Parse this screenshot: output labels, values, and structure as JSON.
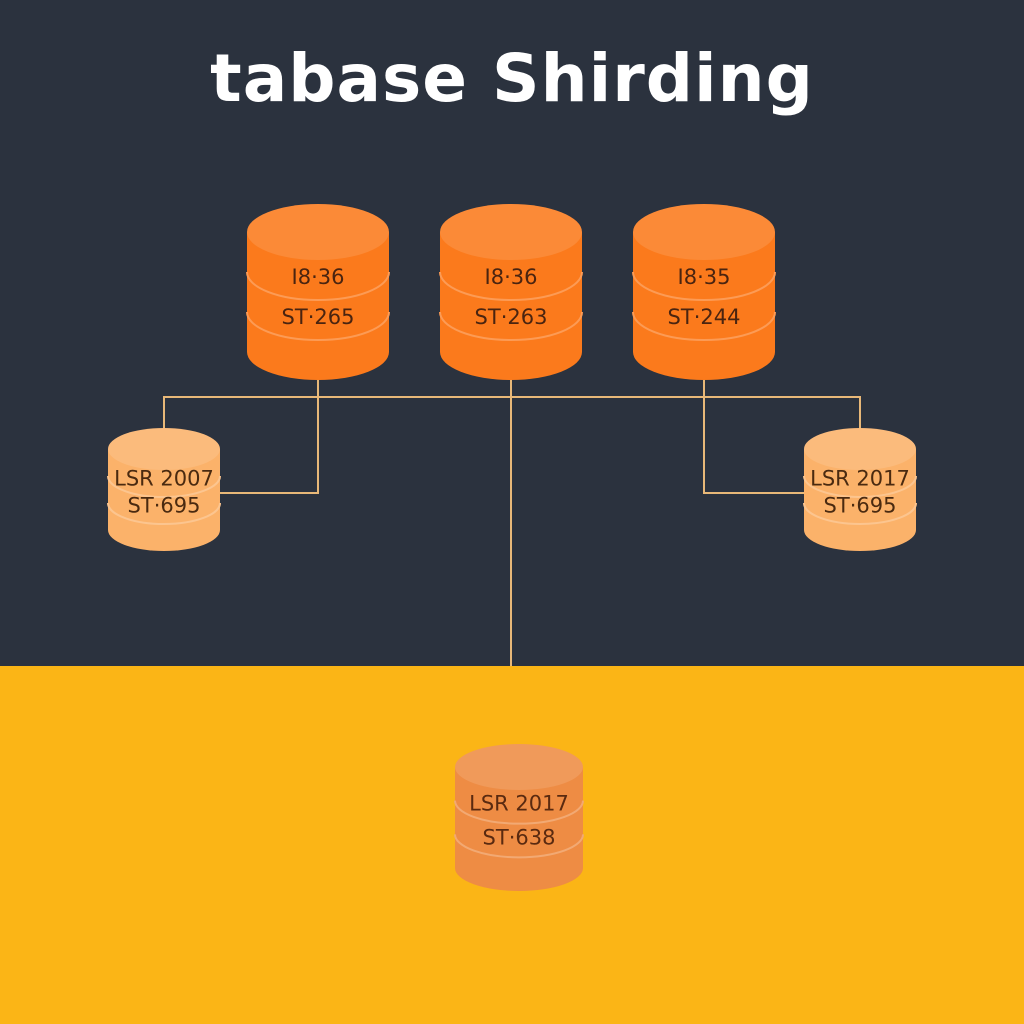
{
  "title": "tabase Shirding",
  "colors": {
    "background": "#2b323e",
    "bottom_band": "#fbb516",
    "primary_db": "#fb7a1c",
    "replica_db": "#fbb26a",
    "archive_db": "#ee8c44",
    "connector": "#e8b878"
  },
  "primary_shards": [
    {
      "line1": "I8·36",
      "line2": "ST·265"
    },
    {
      "line1": "I8·36",
      "line2": "ST·263"
    },
    {
      "line1": "I8·35",
      "line2": "ST·244"
    }
  ],
  "replicas": [
    {
      "line1": "LSR 2007",
      "line2": "ST·695"
    },
    {
      "line1": "LSR 2017",
      "line2": "ST·695"
    }
  ],
  "archive": {
    "line1": "LSR 2017",
    "line2": "ST·638"
  }
}
